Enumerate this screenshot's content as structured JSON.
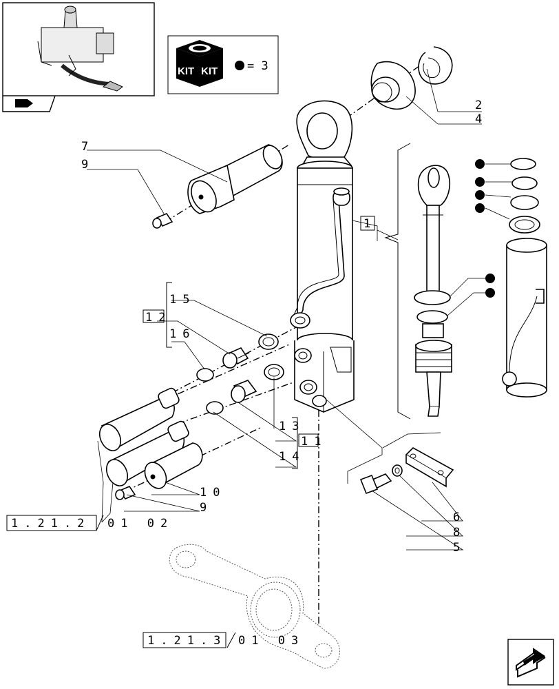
{
  "kit_box": {
    "kit_left": "KIT",
    "kit_right": "KIT",
    "quantity": "= 3"
  },
  "callouts": [
    {
      "id": "c2",
      "text": "2"
    },
    {
      "id": "c4",
      "text": "4"
    },
    {
      "id": "c7",
      "text": "7"
    },
    {
      "id": "c9a",
      "text": "9"
    },
    {
      "id": "c1",
      "text": "1"
    },
    {
      "id": "c15",
      "text": "15"
    },
    {
      "id": "c12",
      "text": "12"
    },
    {
      "id": "c16",
      "text": "16"
    },
    {
      "id": "c13",
      "text": "13"
    },
    {
      "id": "c11",
      "text": "11"
    },
    {
      "id": "c14",
      "text": "14"
    },
    {
      "id": "c10",
      "text": "10"
    },
    {
      "id": "c9b",
      "text": "9"
    },
    {
      "id": "c6",
      "text": "6"
    },
    {
      "id": "c8",
      "text": "8"
    },
    {
      "id": "c5",
      "text": "5"
    }
  ],
  "references": [
    {
      "id": "ref1",
      "code": "1.21.2",
      "sub": "01 02"
    },
    {
      "id": "ref2",
      "code": "1.21.3",
      "sub": "01 03"
    }
  ]
}
